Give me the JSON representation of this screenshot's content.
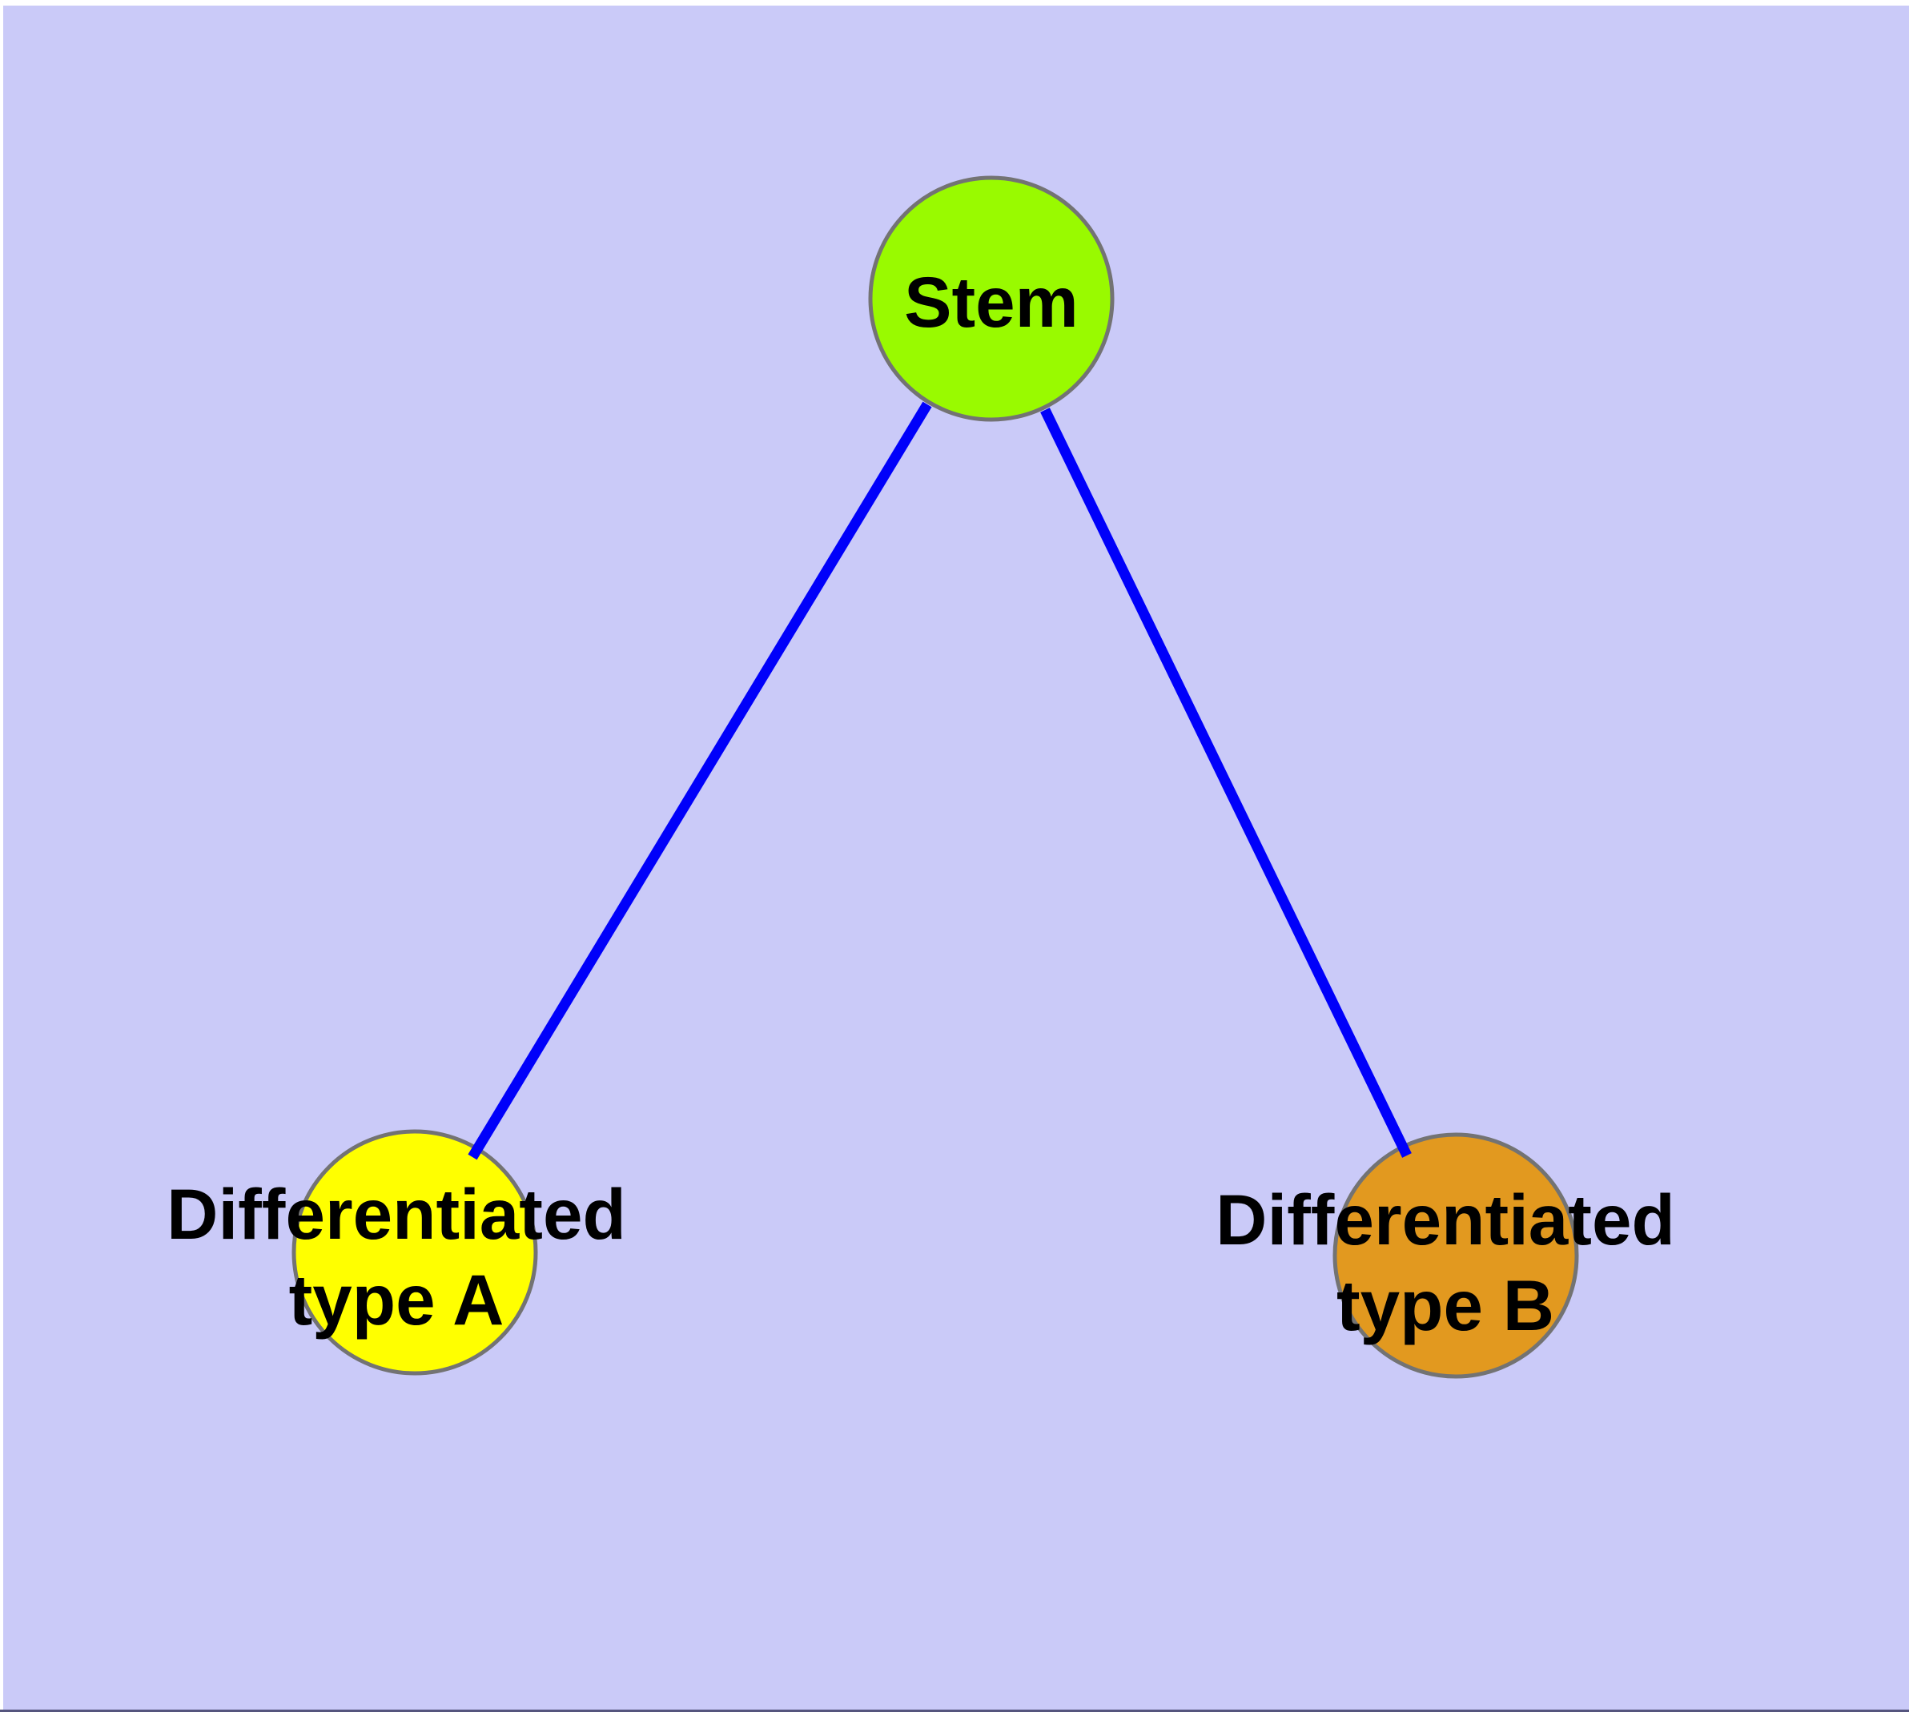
{
  "page": {
    "outer_background": "#ffffff",
    "panel_background": "#cacaf8",
    "bottom_edge_color": "#55557e"
  },
  "graph": {
    "type": "node-link-diagram",
    "description": "Stem cell differentiation tree: one stem node with two differentiated child nodes",
    "nodes": [
      {
        "id": "stem",
        "label": "Stem",
        "label_lines": [
          "Stem"
        ],
        "fill": "#99fa00",
        "border_color": "#737373",
        "text_color": "#000000"
      },
      {
        "id": "differentiated-type-a",
        "label": "Differentiated type A",
        "label_lines": [
          "Differentiated",
          "type A"
        ],
        "fill": "#ffff00",
        "border_color": "#737373",
        "text_color": "#000000"
      },
      {
        "id": "differentiated-type-b",
        "label": "Differentiated type B",
        "label_lines": [
          "Differentiated",
          "type B"
        ],
        "fill": "#e2991f",
        "border_color": "#737373",
        "text_color": "#000000"
      }
    ],
    "edges": [
      {
        "from": "stem",
        "to": "differentiated-type-a",
        "color": "#0000fa"
      },
      {
        "from": "stem",
        "to": "differentiated-type-b",
        "color": "#0000fa"
      }
    ]
  }
}
